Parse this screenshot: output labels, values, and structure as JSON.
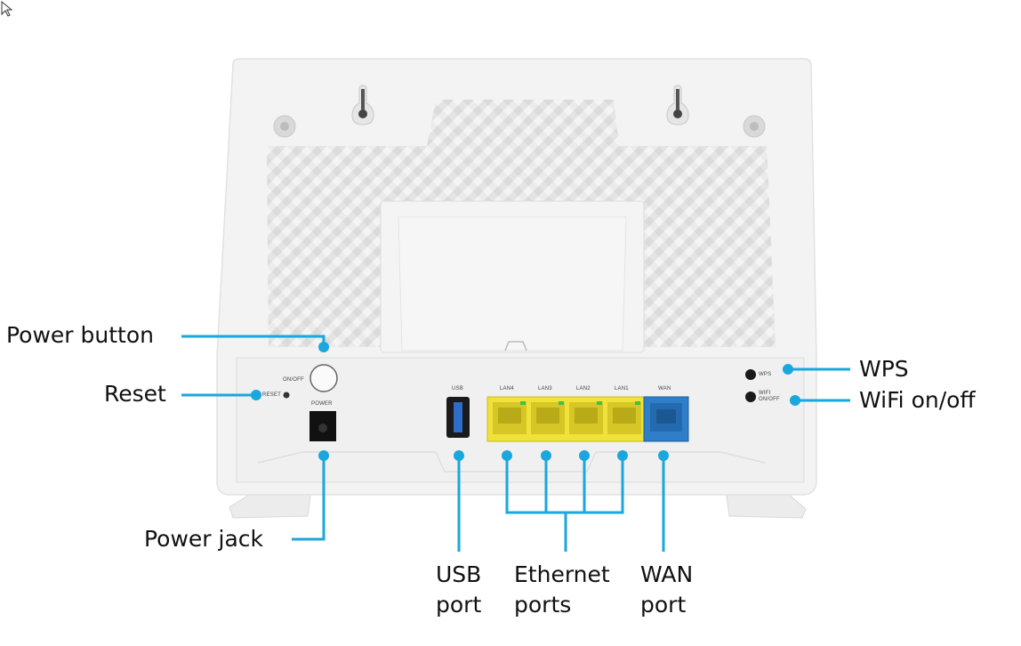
{
  "callouts": {
    "power_button": "Power button",
    "reset": "Reset",
    "power_jack": "Power jack",
    "wps": "WPS",
    "wifi_onoff": "WiFi on/off",
    "usb_port": [
      "USB",
      "port"
    ],
    "ethernet_ports": [
      "Ethernet",
      "ports"
    ],
    "wan_port": [
      "WAN",
      "port"
    ]
  },
  "panel_labels": {
    "on_off": "ON/OFF",
    "reset": "RESET",
    "power": "POWER",
    "usb": "USB",
    "lan4": "LAN4",
    "lan3": "LAN3",
    "lan2": "LAN2",
    "lan1": "LAN1",
    "wan": "WAN",
    "wps": "WPS",
    "wifi_on_off": [
      "WIFI",
      "ON/OFF"
    ]
  },
  "colors": {
    "callout_line": "#1aa7dd",
    "lan_port": "#f0e23a",
    "wan_port": "#2f7fc8",
    "device_body": "#f3f3f3"
  }
}
